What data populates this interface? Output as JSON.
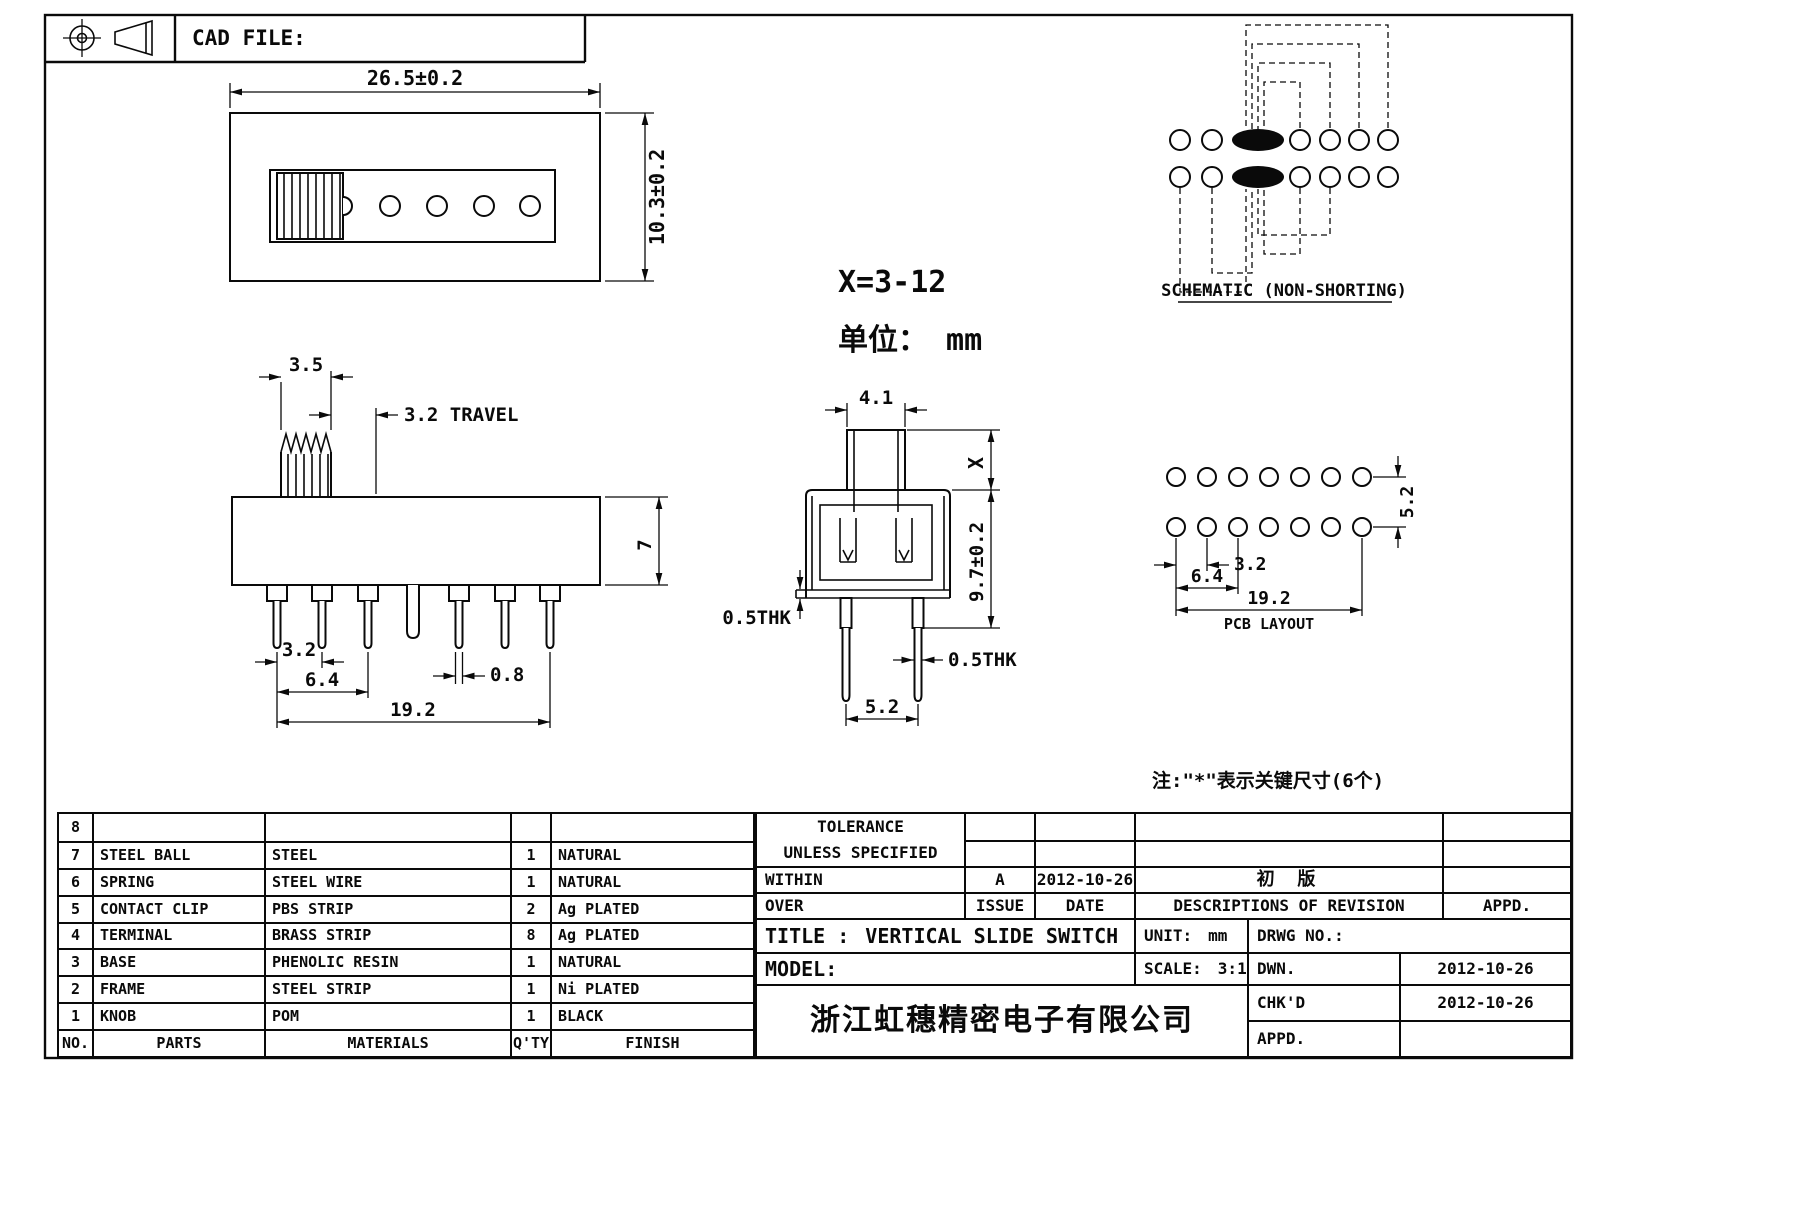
{
  "labels": {
    "cad_file": "CAD FILE:",
    "x_range": "X=3-12",
    "unit_note": "单位： mm",
    "schematic_title": "SCHEMATIC (NON-SHORTING)",
    "pcb_layout": "PCB LAYOUT",
    "key_note": "注:\"*\"表示关键尺寸(6个)"
  },
  "dims": {
    "top_width": "26.5±0.2",
    "top_height": "10.3±0.2",
    "knob_width": "3.5",
    "travel": "3.2 TRAVEL",
    "body_height": "7",
    "pin_pitch": "3.2",
    "pin_pitch2": "6.4",
    "pin_width": "0.8",
    "pin_span": "19.2",
    "knob_depth": "4.1",
    "x_dim": "X",
    "total_height": "9.7±0.2",
    "thk_left": "0.5THK",
    "thk_right": "0.5THK",
    "pin_row_gap": "5.2",
    "pcb_row_gap": "5.2",
    "pcb_pitch": "3.2",
    "pcb_pitch2": "6.4",
    "pcb_span": "19.2"
  },
  "parts_table": {
    "footer": {
      "no": "NO.",
      "parts": "PARTS",
      "materials": "MATERIALS",
      "qty": "Q'TY",
      "finish": "FINISH"
    },
    "rows": [
      {
        "no": "8",
        "parts": "",
        "materials": "",
        "qty": "",
        "finish": ""
      },
      {
        "no": "7",
        "parts": "STEEL BALL",
        "materials": "STEEL",
        "qty": "1",
        "finish": "NATURAL"
      },
      {
        "no": "6",
        "parts": "SPRING",
        "materials": "STEEL WIRE",
        "qty": "1",
        "finish": "NATURAL"
      },
      {
        "no": "5",
        "parts": "CONTACT CLIP",
        "materials": "PBS STRIP",
        "qty": "2",
        "finish": "Ag PLATED"
      },
      {
        "no": "4",
        "parts": "TERMINAL",
        "materials": "BRASS STRIP",
        "qty": "8",
        "finish": "Ag PLATED"
      },
      {
        "no": "3",
        "parts": "BASE",
        "materials": "PHENOLIC RESIN",
        "qty": "1",
        "finish": "NATURAL"
      },
      {
        "no": "2",
        "parts": "FRAME",
        "materials": "STEEL STRIP",
        "qty": "1",
        "finish": "Ni PLATED"
      },
      {
        "no": "1",
        "parts": "KNOB",
        "materials": "POM",
        "qty": "1",
        "finish": "BLACK"
      }
    ]
  },
  "title_block": {
    "tolerance1": "TOLERANCE",
    "tolerance2": "UNLESS SPECIFIED",
    "within": "WITHIN",
    "over": "OVER",
    "issue_value": "A",
    "issue_date": "2012-10-26",
    "issue_label": "ISSUE",
    "date_label": "DATE",
    "revision_value": "初 版",
    "revision_label": "DESCRIPTIONS OF REVISION",
    "appd_header": "APPD.",
    "title_label": "TITLE :",
    "title_value": "VERTICAL SLIDE SWITCH",
    "unit_label": "UNIT:",
    "unit_value": "mm",
    "drwg_label": "DRWG NO.:",
    "model_label": "MODEL:",
    "scale_label": "SCALE:",
    "scale_value": "3:1",
    "dwn_label": "DWN.",
    "dwn_date": "2012-10-26",
    "chkd_label": "CHK'D",
    "chkd_date": "2012-10-26",
    "appd_label": "APPD.",
    "company": "浙江虹穗精密电子有限公司"
  }
}
